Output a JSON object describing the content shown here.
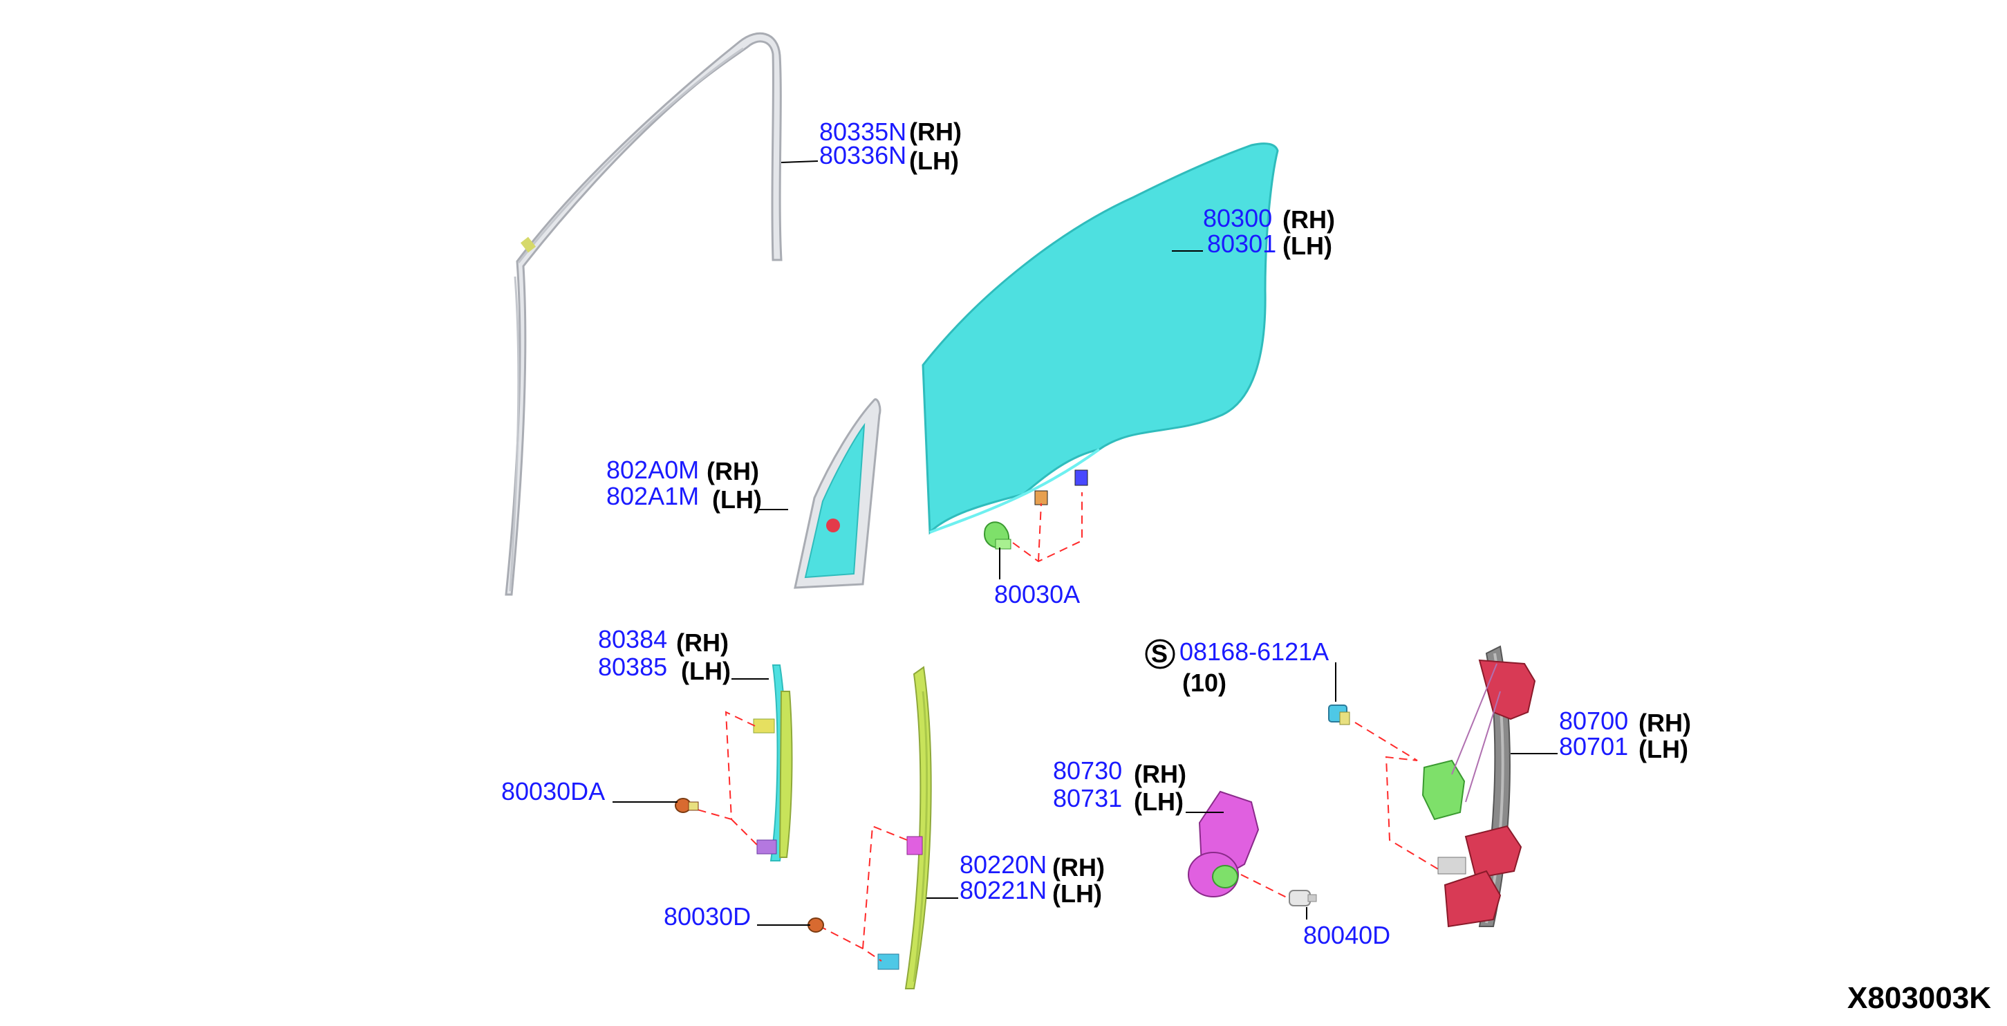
{
  "colors": {
    "part_number": "#1a1aff",
    "label_text": "#000000",
    "glass": "#4ee0e0",
    "glass_edge": "#2fbcbc",
    "sash": "#e4e6ea",
    "sash_edge": "#a9acb3",
    "lime": "#c8e35a",
    "magenta": "#e060e0",
    "green": "#7ee06a",
    "red_bracket": "#d83a55",
    "dash": "#ff2a2a"
  },
  "labels": [
    {
      "id": "sash",
      "lines": [
        {
          "pn": "80335N",
          "side": "(RH)"
        },
        {
          "pn": "80336N",
          "side": "(LH)"
        }
      ]
    },
    {
      "id": "door-glass",
      "lines": [
        {
          "pn": "80300",
          "side": "(RH)"
        },
        {
          "pn": "80301",
          "side": "(LH)"
        }
      ]
    },
    {
      "id": "quarter-glass",
      "lines": [
        {
          "pn": "802A0M",
          "side": "(RH)"
        },
        {
          "pn": "802A1M",
          "side": "(LH)"
        }
      ]
    },
    {
      "id": "glass-clip",
      "lines": [
        {
          "pn": "80030A",
          "side": ""
        }
      ]
    },
    {
      "id": "front-rail",
      "lines": [
        {
          "pn": "80384",
          "side": "(RH)"
        },
        {
          "pn": "80385",
          "side": "(LH)"
        }
      ]
    },
    {
      "id": "front-rail-clip",
      "lines": [
        {
          "pn": "80030DA",
          "side": ""
        }
      ]
    },
    {
      "id": "rear-channel",
      "lines": [
        {
          "pn": "80220N",
          "side": "(RH)"
        },
        {
          "pn": "80221N",
          "side": "(LH)"
        }
      ]
    },
    {
      "id": "rear-channel-clip",
      "lines": [
        {
          "pn": "80030D",
          "side": ""
        }
      ]
    },
    {
      "id": "bolt",
      "lines": [
        {
          "pn": "08168-6121A",
          "side": ""
        }
      ],
      "symbol": "S",
      "qty": "(10)"
    },
    {
      "id": "regulator",
      "lines": [
        {
          "pn": "80700",
          "side": "(RH)"
        },
        {
          "pn": "80701",
          "side": "(LH)"
        }
      ]
    },
    {
      "id": "motor",
      "lines": [
        {
          "pn": "80730",
          "side": "(RH)"
        },
        {
          "pn": "80731",
          "side": "(LH)"
        }
      ]
    },
    {
      "id": "motor-screw",
      "lines": [
        {
          "pn": "80040D",
          "side": ""
        }
      ]
    }
  ],
  "diagram_code": "X803003K"
}
